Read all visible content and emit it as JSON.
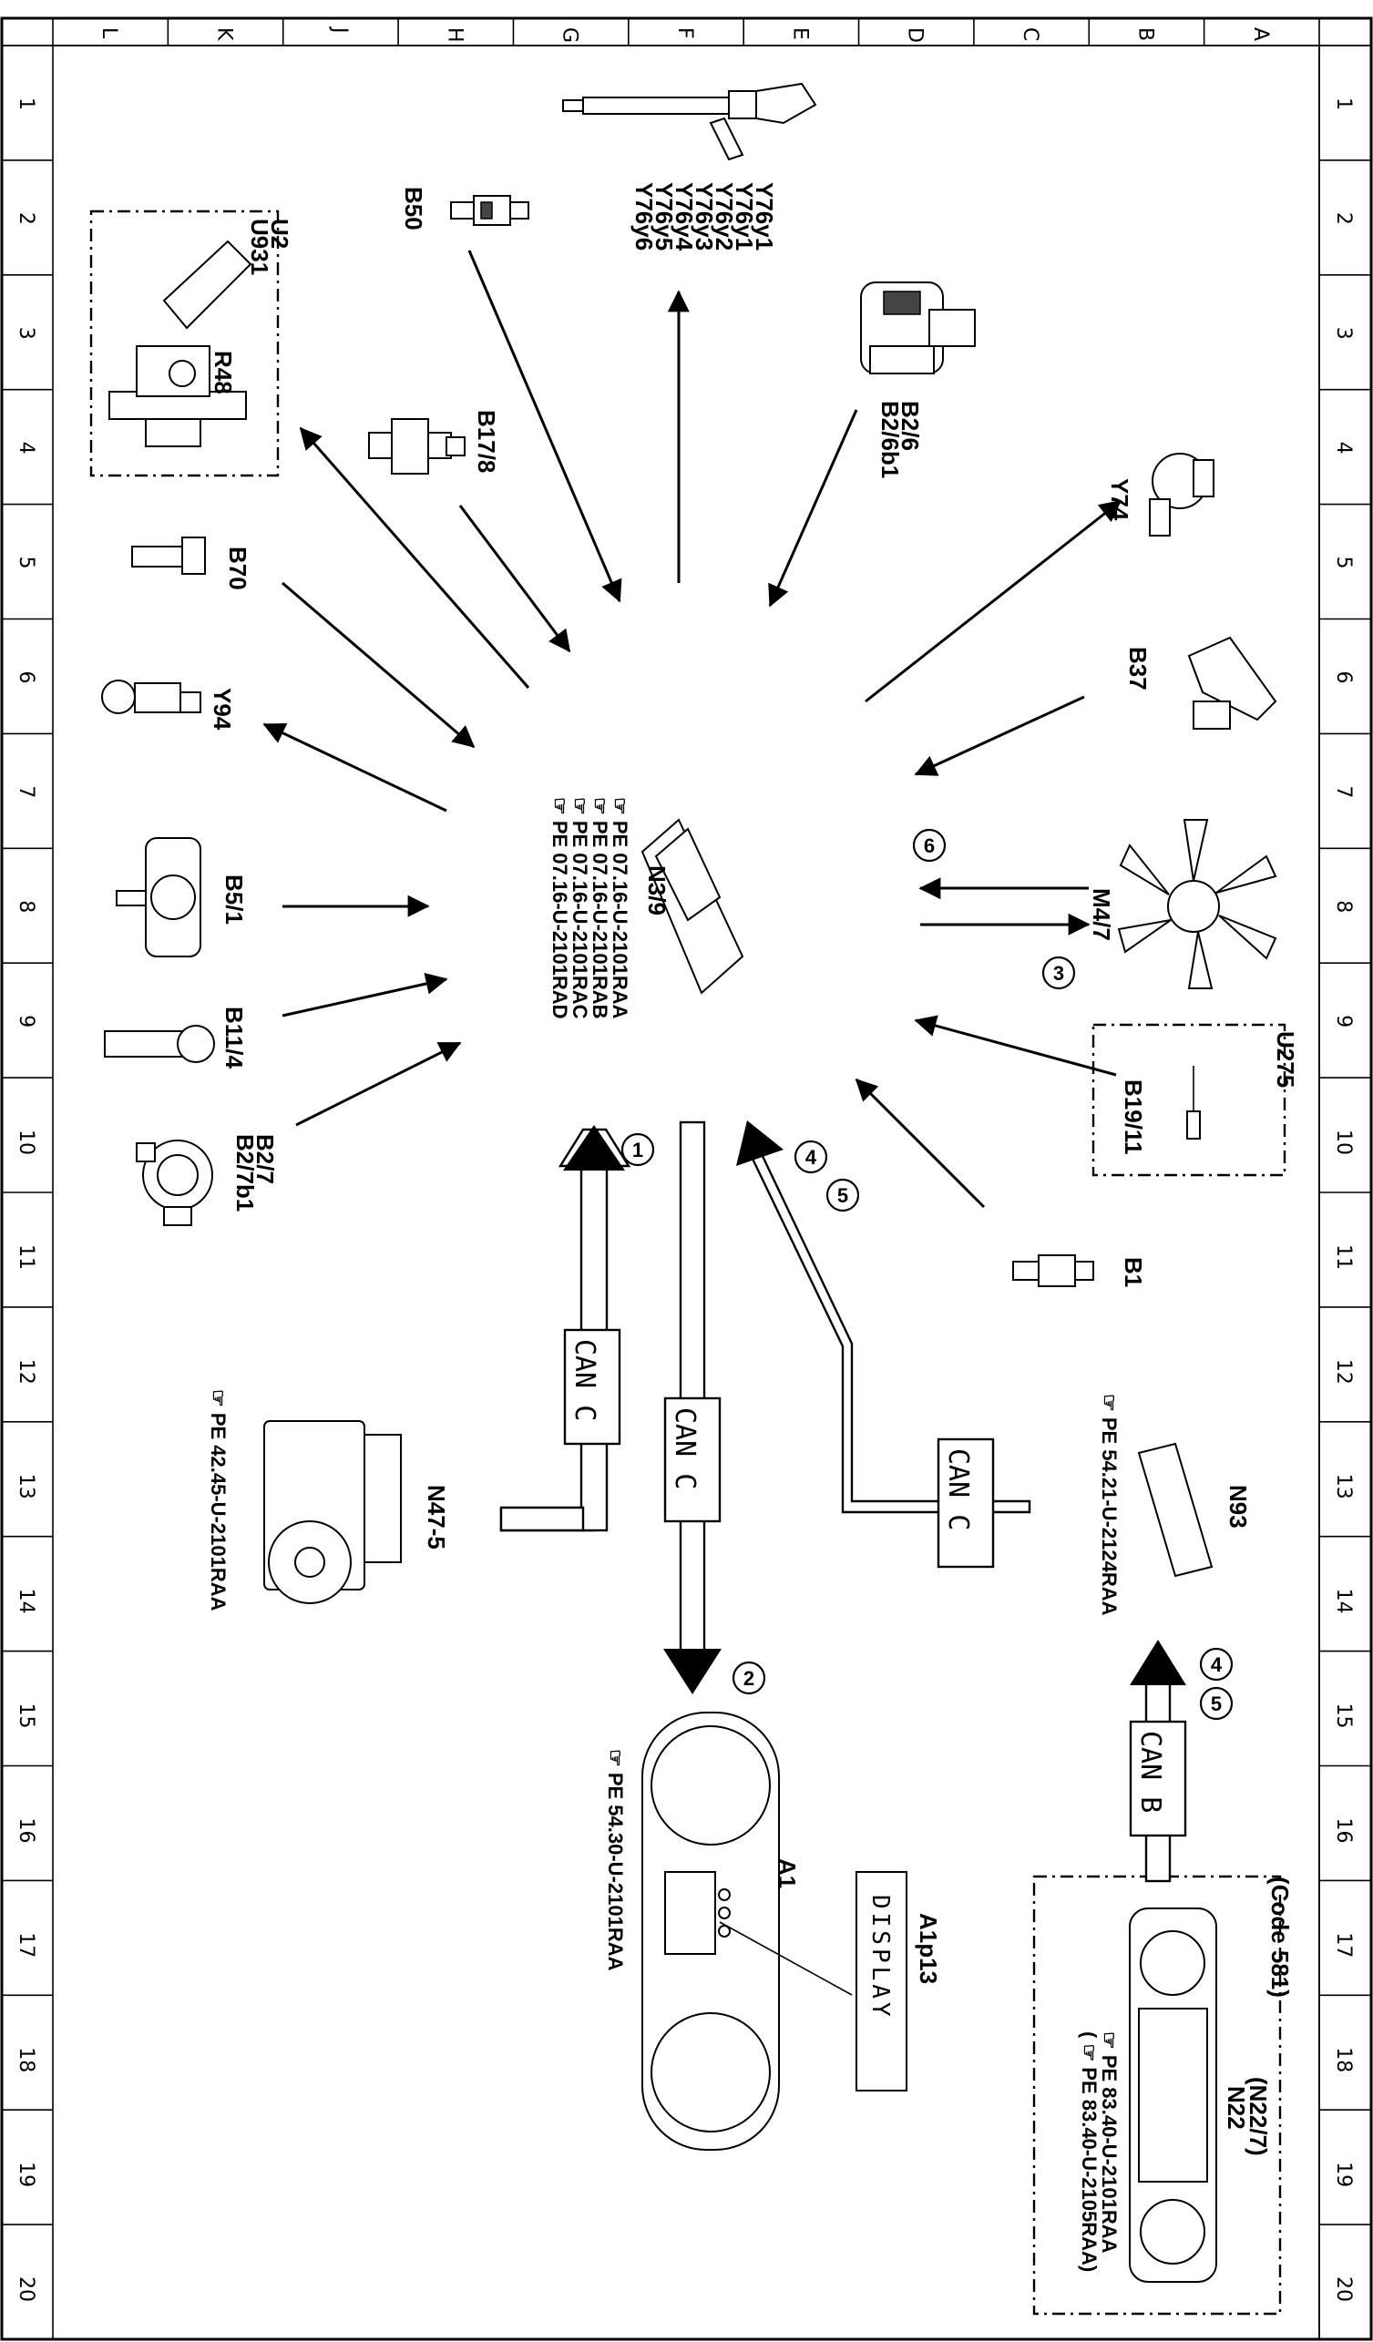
{
  "grid": {
    "columns": [
      "L",
      "K",
      "J",
      "H",
      "G",
      "F",
      "E",
      "D",
      "C",
      "B",
      "A"
    ],
    "rows": [
      "1",
      "2",
      "3",
      "4",
      "5",
      "6",
      "7",
      "8",
      "9",
      "10",
      "11",
      "12",
      "13",
      "14",
      "15",
      "16",
      "17",
      "18",
      "19",
      "20"
    ]
  },
  "components": {
    "y76": [
      "Y76y1",
      "Y76y2",
      "Y76y3",
      "Y76y4",
      "Y76y5",
      "Y76y6"
    ],
    "b50": "B50",
    "u2": [
      "U2",
      "U931"
    ],
    "r48": "R48",
    "b2_6": [
      "B2/6",
      "B2/6b1"
    ],
    "y74": "Y74",
    "b17_8": "B17/8",
    "b70": "B70",
    "b37": "B37",
    "y94": "Y94",
    "n3_9": "N3/9",
    "n3_9_refs": [
      "☞ PE 07.16-U-2101RAA",
      "☞ PE 07.16-U-2101RAB",
      "☞ PE 07.16-U-2101RAC",
      "☞ PE 07.16-U-2101RAD"
    ],
    "m4_7": "M4/7",
    "b5_1": "B5/1",
    "b11_4": "B11/4",
    "u275": "U275",
    "b19_11": "B19/11",
    "b2_7": [
      "B2/7",
      "B2/7b1"
    ],
    "b1": "B1",
    "n47_5": "N47-5",
    "n47_5_ref": "☞ PE 42.45-U-2101RAA",
    "n93": "N93",
    "n93_ref": "☞ PE 54.21-U-2124RAA",
    "a1": "A1",
    "a1_ref": "☞ PE 54.30-U-2101RAA",
    "a1p13": "A1p13",
    "display": "DISPLAY",
    "n22": [
      "N22",
      "(N22/7)",
      "(Code 581)"
    ],
    "n22_refs": [
      "☞ PE 83.40-U-2101RAA",
      "( ☞ PE 83.40-U-2105RAA)"
    ]
  },
  "buses": {
    "can_c_1": "CAN C",
    "can_c_2": "CAN C",
    "can_c_3": "CAN C",
    "can_b": "CAN B"
  },
  "markers": {
    "m1": "1",
    "m2": "2",
    "m3": "3",
    "m4a": "4",
    "m5a": "5",
    "m6": "6",
    "m4b": "4",
    "m5b": "5"
  }
}
